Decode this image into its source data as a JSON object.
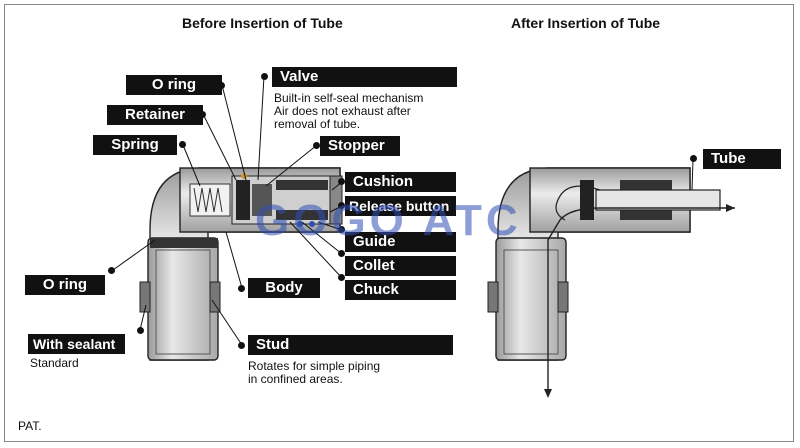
{
  "titles": {
    "before": "Before Insertion of Tube",
    "after": "After Insertion of Tube"
  },
  "labels": {
    "o_ring_top": "O ring",
    "valve": "Valve",
    "retainer": "Retainer",
    "spring": "Spring",
    "stopper": "Stopper",
    "cushion": "Cushion",
    "release_button": "Release button",
    "guide": "Guide",
    "collet": "Collet",
    "chuck": "Chuck",
    "o_ring_bottom": "O ring",
    "body": "Body",
    "with_sealant": "With sealant",
    "stud": "Stud",
    "tube": "Tube"
  },
  "notes": {
    "valve_line1": "Built-in self-seal mechanism",
    "valve_line2": "Air does not exhaust after",
    "valve_line3": "removal of tube.",
    "standard": "Standard",
    "stud_line1": "Rotates for simple piping",
    "stud_line2": "in confined areas.",
    "footer": "PAT."
  },
  "watermark": "GOGO ATC",
  "colors": {
    "label_bg": "#111111",
    "label_text": "#ffffff",
    "body_fill": "#d9d9d9",
    "watermark": "#2f4fb4"
  }
}
